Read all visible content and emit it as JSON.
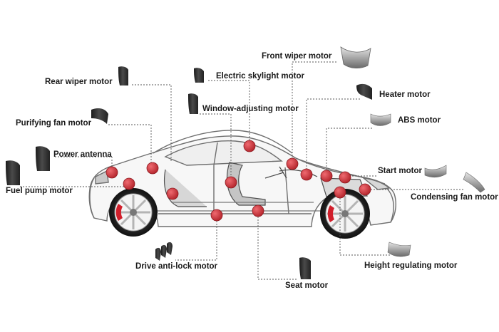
{
  "colors": {
    "marker": "#c8323a",
    "marker_stroke": "#8e1c22",
    "leader_line": "#555555",
    "car_outline": "#6f6f6f",
    "brake_caliper": "#d11f2b",
    "magnet_dark": "#2b2b2b",
    "magnet_light": "#9a9a9a"
  },
  "labels": {
    "front_wiper": "Front wiper motor",
    "rear_wiper": "Rear wiper motor",
    "electric_skylight": "Electric skylight motor",
    "heater": "Heater motor",
    "window_adjusting": "Window-adjusting motor",
    "purifying_fan": "Purifying fan motor",
    "abs": "ABS motor",
    "power_antenna": "Power antenna",
    "start": "Start motor",
    "fuel_pump": "Fuel pump motor",
    "condensing_fan": "Condensing fan motor",
    "height_regulating": "Height regulating motor",
    "drive_anti_lock": "Drive anti-lock motor",
    "seat": "Seat motor"
  },
  "icons": {
    "front_wiper": "arc-magnet-icon",
    "rear_wiper": "arc-magnet-icon",
    "electric_skylight": "arc-magnet-icon",
    "heater": "arc-magnet-icon",
    "window_adjusting": "arc-magnet-icon",
    "purifying_fan": "arc-magnet-icon",
    "abs": "arc-magnet-icon",
    "power_antenna": "arc-magnet-icon",
    "start": "arc-magnet-icon",
    "fuel_pump": "arc-magnet-icon",
    "condensing_fan": "arc-magnet-icon",
    "height_regulating": "arc-magnet-icon",
    "drive_anti_lock": "magnet-set-icon",
    "seat": "arc-magnet-icon"
  }
}
